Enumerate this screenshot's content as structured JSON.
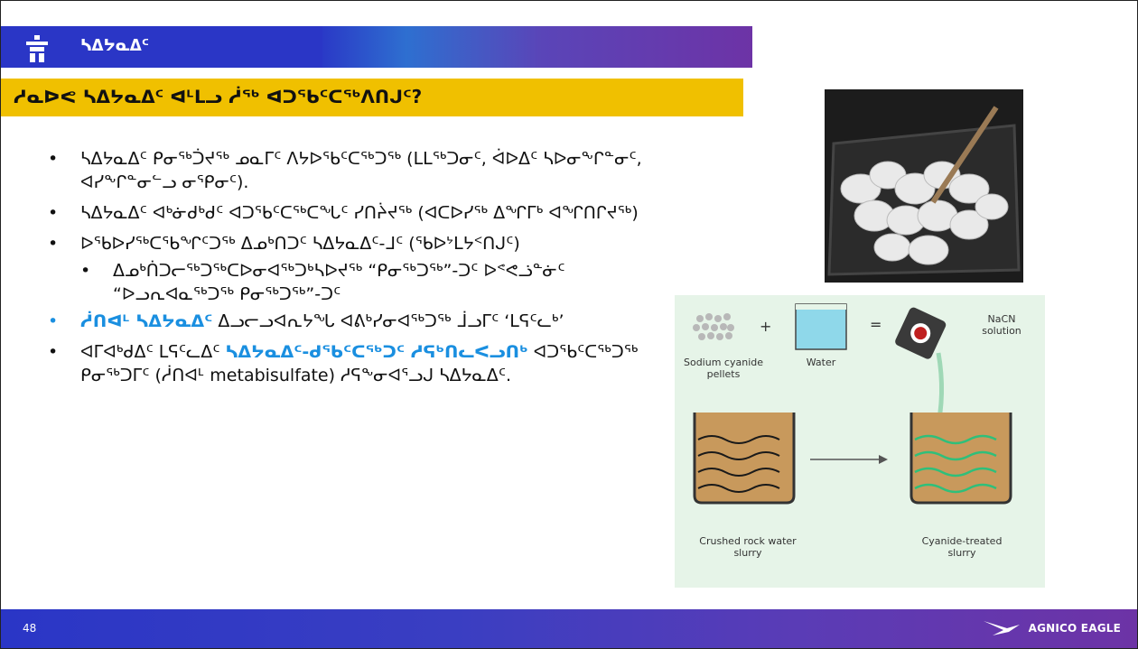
{
  "header": {
    "title": "ᓴᐃᔭᓇᐃᑦ",
    "question": "ᓱᓇᐅᕙ ᓴᐃᔭᓇᐃᑦ ᐊᒻᒪᓗ ᓲᖅ ᐊᑐᖃᑦᑕᖅᐱᑎᒍᑦ?"
  },
  "bullets": [
    {
      "text": "ᓴᐃᔭᓇᐃᑦ ᑭᓂᖅᑑᔪᖅ ᓄᓇᒥᑦ ᐱᔭᐅᖃᑦᑕᖅᑐᖅ (ᒪᒪᖅᑐᓂᑦ, ᐋᐅᐃᑦ ᓴᐅᓂᖕᒋᓐᓂᑦ, ᐊᓯᖕᒋᓐᓂᓪᓗ ᓂᕿᓂᑦ)."
    },
    {
      "text": "ᓴᐃᔭᓇᐃᑦ ᐊᒃᓃᑯᒃᑯᑦ ᐊᑐᖃᑦᑕᖅᑕᖓᑦ ᓯᑎᔩᔪᖅ (ᐊᑕᐅᓯᖅ ᐃᖏᒥᒃ ᐊᖏᑎᒋᔪᖅ)"
    },
    {
      "text": "ᐅᖃᐅᓯᖅᑕᖃᖏᑦᑐᖅ ᐃᓄᒃᑎᑐᑦ ᓴᐃᔭᓇᐃᑦ-ᒧᑦ (ᖃᐅᔾᒪᔭᑉᑎᒍᑦ)"
    },
    {
      "text": "ᐃᓄᒃᑏᑐᓕᖅᑐᖅᑕᐅᓂᐊᖅᑐᒃᓴᐅᔪᖅ “ᑭᓂᖅᑐᖅ”-ᑐᑦ ᐅᕝᕙᓘᓐᓃᑦ “ᐅᓗᕆᐊᓇᖅᑐᖅ ᑭᓂᖅᑐᖅ”-ᑐᑦ",
      "sub": true
    },
    {
      "text": "ᓲᑎᐊᒻ ᓴᐃᔭᓇᐃᑦ ᐃᓗᓕᓗᐊᕆᔭᖓ ᐊᕕᒃᓯᓂᐊᖅᑐᖅ ᒨᓗᒥᑦ ‘ᒪᕋᑦᓚᒃ’",
      "blue": true,
      "blue_prefix": "ᓲᑎᐊᒻ ᓴᐃᔭᓇᐃᑦ"
    },
    {
      "text_a": "ᐊᒥᐊᒃᑯᐃᑦ ᒪᕋᑦᓚᐃᑦ",
      "text_b": "ᓴᐃᔭᓇᐃᑦ-ᑯᖃᑦᑕᖅᑐᑦ ᓱᕋᒃᑎᓚᐸᓗᑎᒃ",
      "text_c": "ᐊᑐᖃᑦᑕᖅᑐᖅ ᑭᓂᖅᑐᒥᑦ (ᓲᑎᐊᒻ metabisulfate) ᓱᕋᖕᓂᐊᕐᓗᒍ ᓴᐃᔭᓇᐃᑦ."
    }
  ],
  "diagram": {
    "pellets_label": "Sodium cyanide pellets",
    "water_label": "Water",
    "solution_label": "NaCN solution",
    "plus": "+",
    "equals": "=",
    "slurry_label": "Crushed rock water slurry",
    "treated_label": "Cyanide-treated slurry"
  },
  "footer": {
    "page": "48",
    "brand": "AGNICO EAGLE"
  }
}
